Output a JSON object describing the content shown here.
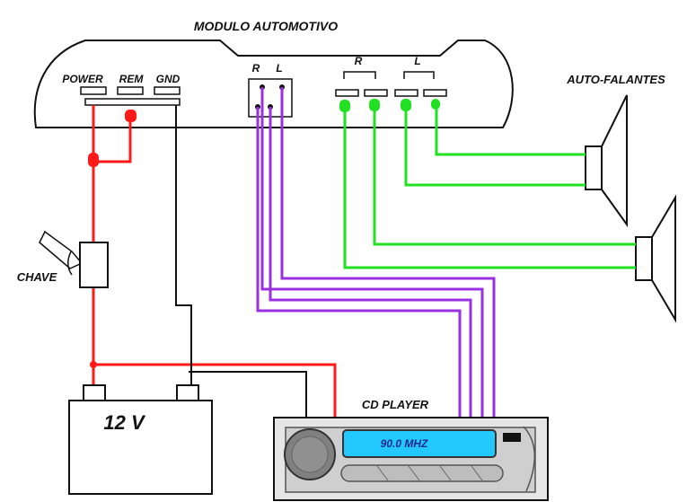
{
  "diagram": {
    "title": "MODULO AUTOMOTIVO",
    "labels": {
      "power": "POWER",
      "rem": "REM",
      "gnd": "GND",
      "rca_right": "R",
      "rca_left": "L",
      "out_right": "R",
      "out_left": "L",
      "speakers": "AUTO-FALANTES",
      "switch": "CHAVE",
      "battery": "12 V",
      "cd_player": "CD PLAYER",
      "display": "90.0 MHZ"
    },
    "colors": {
      "power_wire": "#ff1a1a",
      "ground_wire": "#111111",
      "rca_wire": "#9a30e0",
      "speaker_wire": "#22e022",
      "display": "#22c8ff",
      "outline": "#111111"
    }
  }
}
